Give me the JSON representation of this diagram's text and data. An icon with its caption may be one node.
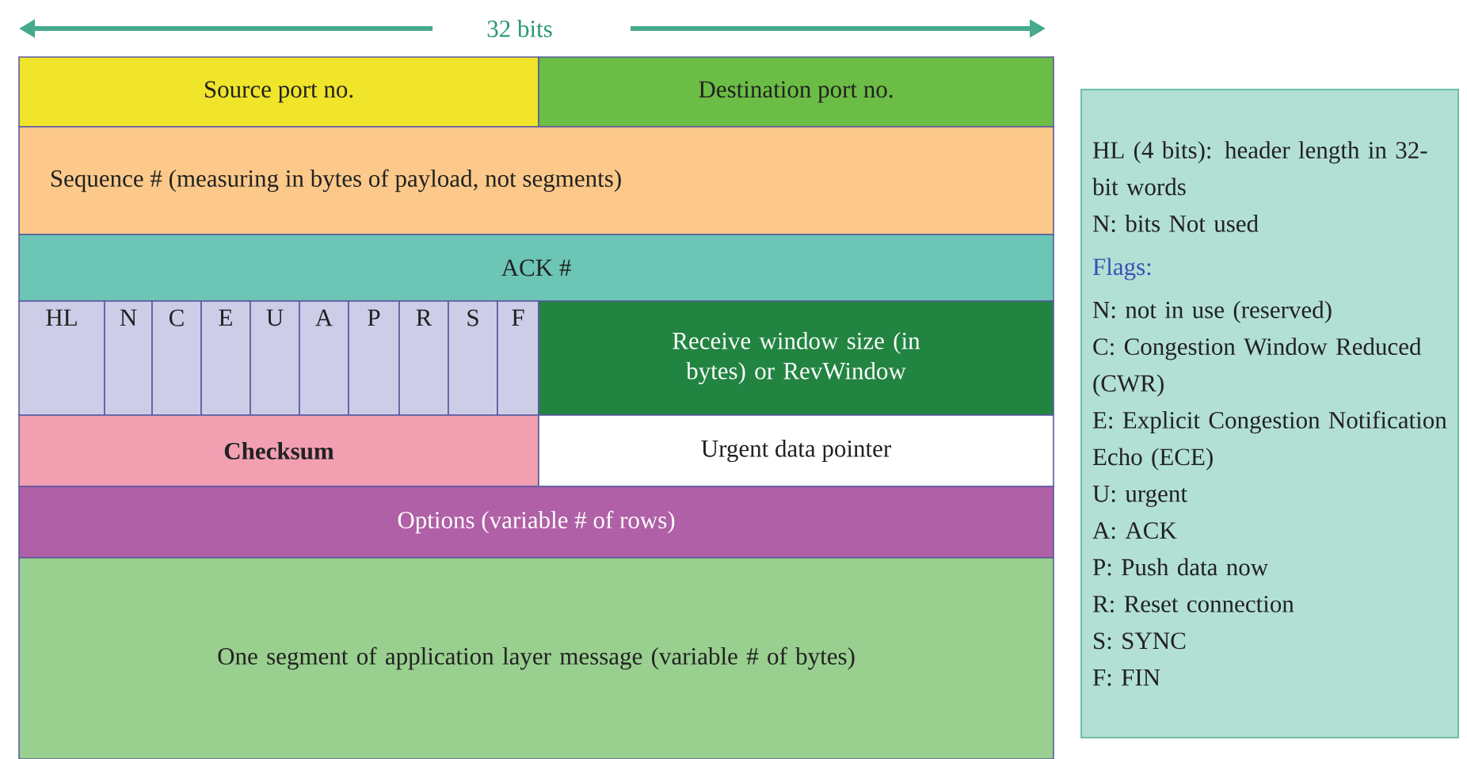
{
  "diagram": {
    "nodes": [
      {
        "text": [
          "Source port no."
        ]
      },
      {
        "text": [
          "Destination port no."
        ]
      },
      {
        "text": [
          "Sequence # (measuring in bytes of payload, not segments)"
        ]
      },
      {
        "text": [
          "ACK #"
        ]
      },
      {
        "text": [
          "HL"
        ]
      },
      {
        "text": [
          "N"
        ]
      },
      {
        "text": [
          "C"
        ]
      },
      {
        "text": [
          "E"
        ]
      },
      {
        "text": [
          "U"
        ]
      },
      {
        "text": [
          "A"
        ]
      },
      {
        "text": [
          "P"
        ]
      },
      {
        "text": [
          "R"
        ]
      },
      {
        "text": [
          "S"
        ]
      },
      {
        "text": [
          "F"
        ]
      },
      {
        "text": [
          "Receive window size (in bytes) or RevWindow"
        ]
      },
      {
        "text": [
          "Checksum"
        ]
      },
      {
        "text": [
          "Urgent data pointer"
        ]
      },
      {
        "text": [
          "Options (variable # of rows)"
        ]
      },
      {
        "text": [
          "One segment of application layer message (variable # of bytes)"
        ]
      },
      {
        "text": [
          "HL (4 bits): header length in 32-bit words",
          "N: bits Not used",
          "Flags:",
          "N: not in use (reserved)",
          "C: Congestion Window Reduced (CWR)",
          "E: Explicit Congestion Notification Echo (ECE)",
          "U: urgent",
          "A: ACK",
          "P: Push data now",
          "R: Reset connection",
          "S: SYNC",
          "F: FIN"
        ]
      }
    ],
    "labels": [
      "32 bits"
    ]
  }
}
